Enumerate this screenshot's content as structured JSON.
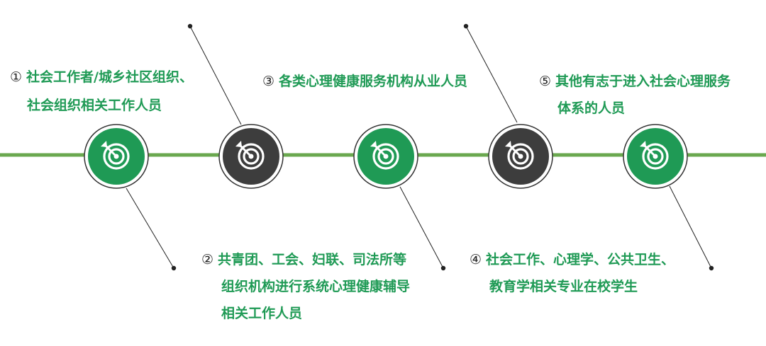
{
  "colors": {
    "timeline": "#6aa84f",
    "green_node": "#1f9a55",
    "dark_node": "#3d3d3d",
    "ring_outline": "#333333",
    "label_text": "#1f9a55",
    "connector": "#222222"
  },
  "nodes": [
    {
      "number": "①",
      "style": "green",
      "icon": "target-arrow-icon",
      "label_lines": [
        "社会工作者/城乡社区组织、",
        "社会组织相关工作人员"
      ]
    },
    {
      "number": "②",
      "style": "dark",
      "icon": "target-arrow-icon",
      "label_lines": [
        "共青团、工会、妇联、司法所等",
        "组织机构进行系统心理健康辅导",
        "相关工作人员"
      ]
    },
    {
      "number": "③",
      "style": "green",
      "icon": "target-arrow-icon",
      "label_lines": [
        "各类心理健康服务机构从业人员"
      ]
    },
    {
      "number": "④",
      "style": "dark",
      "icon": "target-arrow-icon",
      "label_lines": [
        "社会工作、心理学、公共卫生、",
        "教育学相关专业在校学生"
      ]
    },
    {
      "number": "⑤",
      "style": "green",
      "icon": "target-arrow-icon",
      "label_lines": [
        "其他有志于进入社会心理服务",
        "体系的人员"
      ]
    }
  ]
}
